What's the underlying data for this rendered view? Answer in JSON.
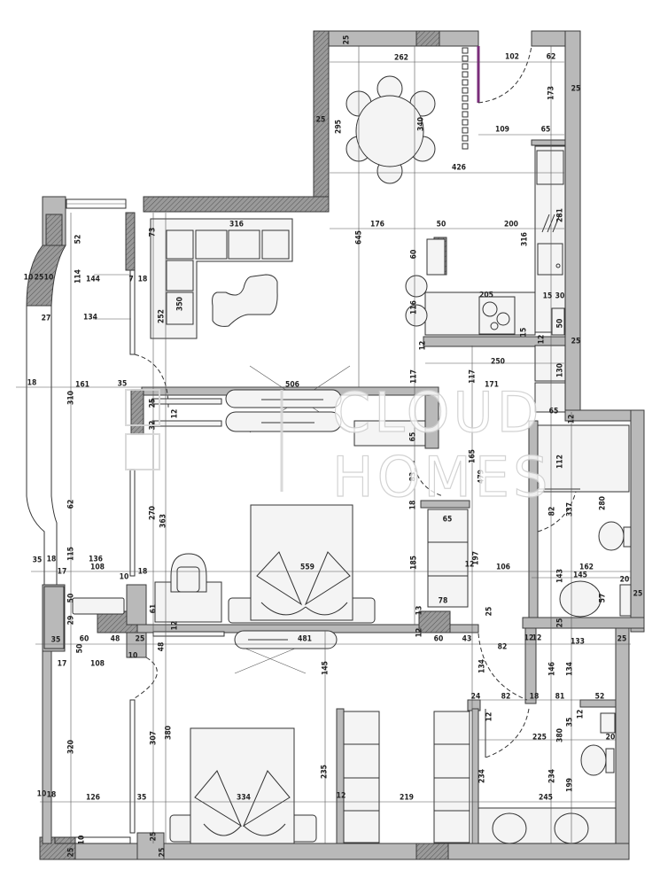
{
  "watermark": {
    "line1": "CLOUD",
    "line2": "HOMES"
  },
  "colors": {
    "wall": "#b9b9b9",
    "outline": "#3a3a3a",
    "entry_door": "#7a2d7a",
    "background": "#ffffff"
  },
  "dimensions": [
    "25",
    "262",
    "102",
    "62",
    "25",
    "173",
    "25",
    "295",
    "340",
    "109",
    "65",
    "426",
    "316",
    "176",
    "50",
    "200",
    "281",
    "316",
    "73",
    "52",
    "645",
    "60",
    "10",
    "25",
    "10",
    "114",
    "144",
    "7",
    "18",
    "205",
    "15",
    "30",
    "350",
    "252",
    "116",
    "27",
    "134",
    "50",
    "15",
    "12",
    "25",
    "12",
    "250",
    "130",
    "117",
    "117",
    "18",
    "161",
    "35",
    "506",
    "171",
    "310",
    "25",
    "65",
    "12",
    "12",
    "32",
    "65",
    "165",
    "112",
    "83",
    "479",
    "18",
    "82",
    "337",
    "280",
    "62",
    "270",
    "363",
    "65",
    "115",
    "35",
    "18",
    "136",
    "185",
    "12",
    "197",
    "17",
    "108",
    "10",
    "18",
    "559",
    "106",
    "162",
    "145",
    "143",
    "20",
    "50",
    "61",
    "57",
    "25",
    "78",
    "13",
    "12",
    "29",
    "25",
    "25",
    "35",
    "60",
    "48",
    "25",
    "481",
    "60",
    "43",
    "12",
    "12",
    "12",
    "133",
    "25",
    "82",
    "50",
    "48",
    "10",
    "17",
    "108",
    "134",
    "145",
    "146",
    "134",
    "24",
    "82",
    "18",
    "81",
    "52",
    "12",
    "35",
    "12",
    "225",
    "380",
    "20",
    "320",
    "307",
    "380",
    "235",
    "234",
    "234",
    "199",
    "10",
    "18",
    "126",
    "35",
    "334",
    "12",
    "219",
    "245",
    "10",
    "25",
    "25",
    "25"
  ]
}
